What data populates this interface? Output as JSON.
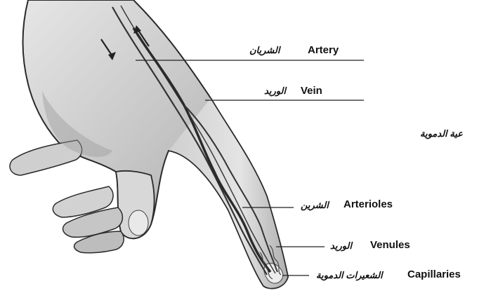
{
  "labels": {
    "artery": {
      "en": "Artery",
      "ar": "الشريان"
    },
    "vein": {
      "en": "Vein",
      "ar": "الوريد"
    },
    "arterioles": {
      "en": "Arterioles",
      "ar": "الشرين"
    },
    "venules": {
      "en": "Venules",
      "ar": "الوريد"
    },
    "capillaries": {
      "en": "Capillaries",
      "ar": "الشعيرات الدموية"
    },
    "side_heading_ar": "عية الدموية"
  },
  "colors": {
    "outline": "#2a2a2a",
    "skin_light": "#d9d9d9",
    "skin_mid": "#b3b3b3",
    "skin_dark": "#8a8a8a",
    "vessel": "#3a3a3a",
    "leader": "#222222"
  },
  "icons": {
    "flow_arrows": "double-arrow-icon"
  }
}
